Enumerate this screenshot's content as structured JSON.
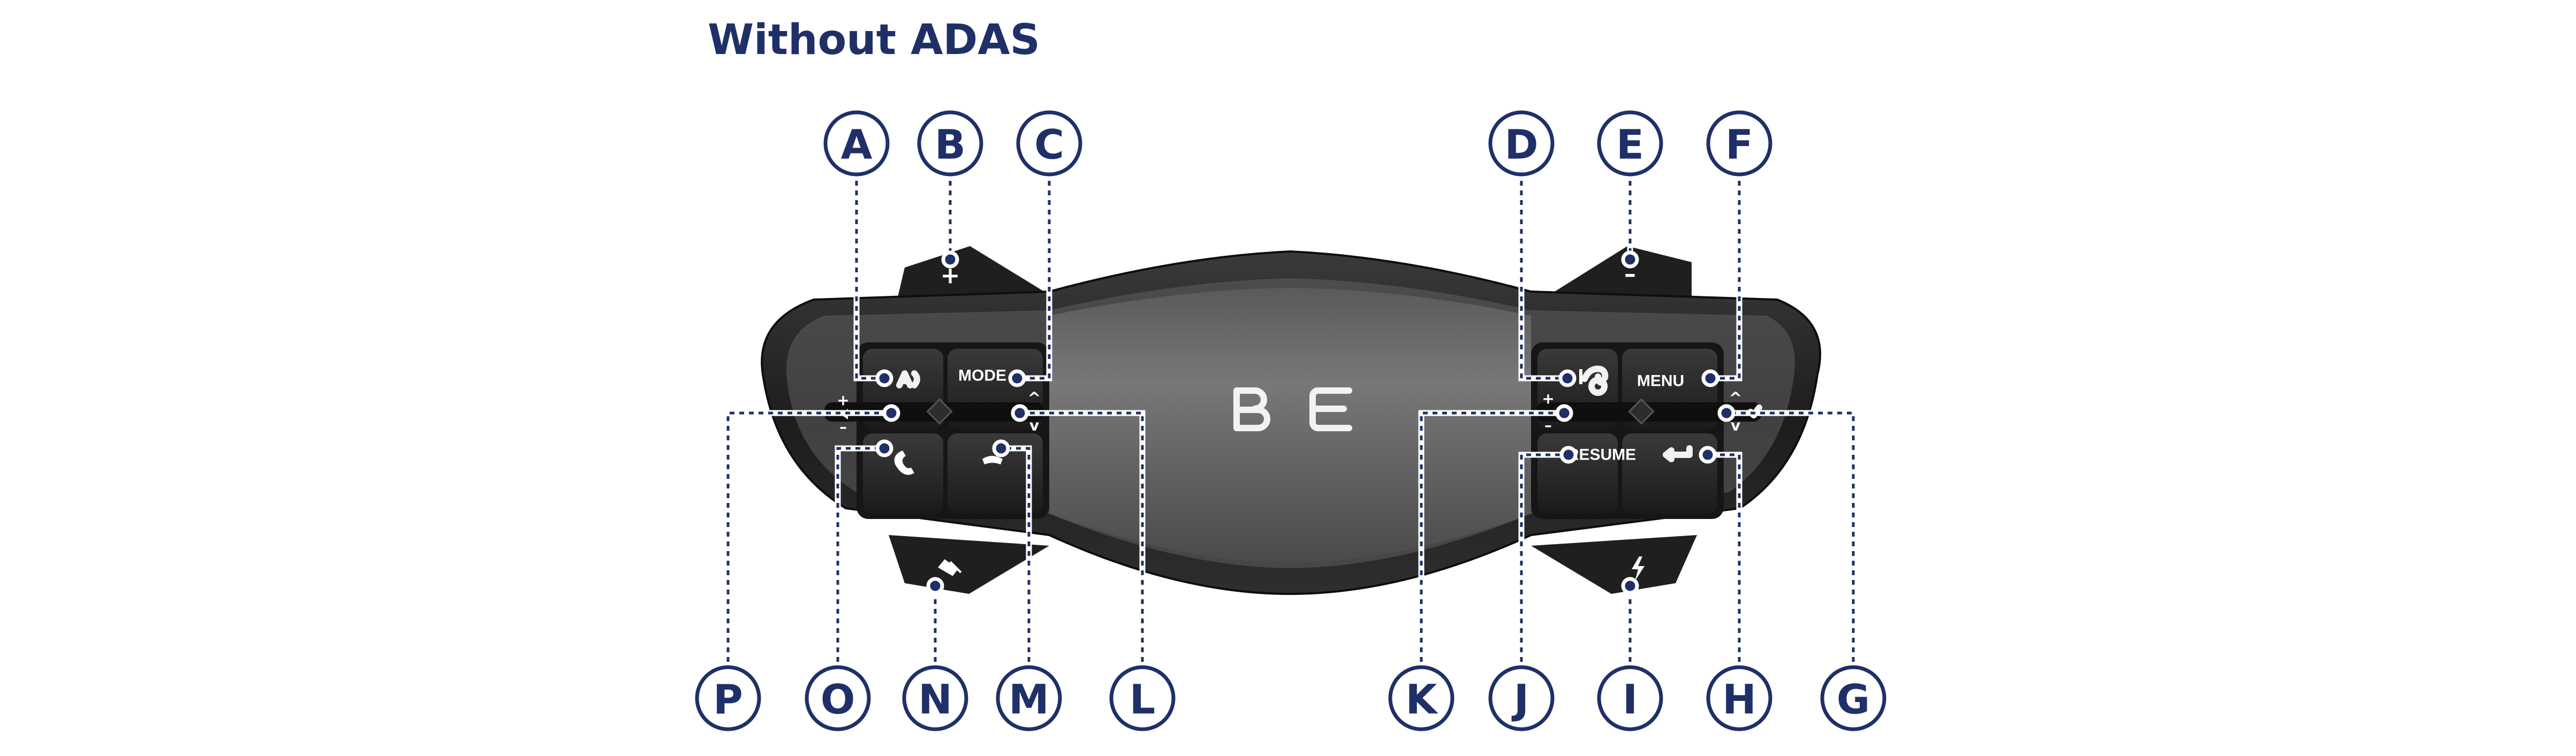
{
  "title": "Without ADAS",
  "colors": {
    "accent": "#1f3068",
    "device_body": "#1e1e1e",
    "display": "#6e6e6e",
    "button": "#2c2c2c"
  },
  "callouts": [
    {
      "letter": "A",
      "meaning": "assistant-voice-button"
    },
    {
      "letter": "B",
      "meaning": "volume-up-rocker"
    },
    {
      "letter": "C",
      "meaning": "mode-button"
    },
    {
      "letter": "D",
      "meaning": "cruise-control-button"
    },
    {
      "letter": "E",
      "meaning": "volume-down-rocker"
    },
    {
      "letter": "F",
      "meaning": "menu-button"
    },
    {
      "letter": "G",
      "meaning": "ok-button"
    },
    {
      "letter": "H",
      "meaning": "back-button"
    },
    {
      "letter": "I",
      "meaning": "lightning-rocker"
    },
    {
      "letter": "J",
      "meaning": "resume-button"
    },
    {
      "letter": "K",
      "meaning": "speed-adjust-rocker"
    },
    {
      "letter": "L",
      "meaning": "up-down-scroll"
    },
    {
      "letter": "M",
      "meaning": "end-call-button"
    },
    {
      "letter": "N",
      "meaning": "mute-rocker"
    },
    {
      "letter": "O",
      "meaning": "answer-call-button"
    },
    {
      "letter": "P",
      "meaning": "volume-scroll"
    }
  ],
  "device": {
    "labels": {
      "mode": "MODE",
      "menu": "MENU",
      "resume": "RESUME"
    },
    "symbols": {
      "plus": "+",
      "minus": "–",
      "caret_up": "^",
      "caret_down": "v",
      "rocker_plus": "+",
      "rocker_minus": "–"
    },
    "icons": [
      "voice-assistant-icon",
      "answer-call-icon",
      "end-call-icon",
      "volume-speaker-icon",
      "cruise-control-icon",
      "back-arrow-icon",
      "ok-check-icon",
      "mute-icon",
      "lightning-icon",
      "brand-logo-icon"
    ]
  }
}
